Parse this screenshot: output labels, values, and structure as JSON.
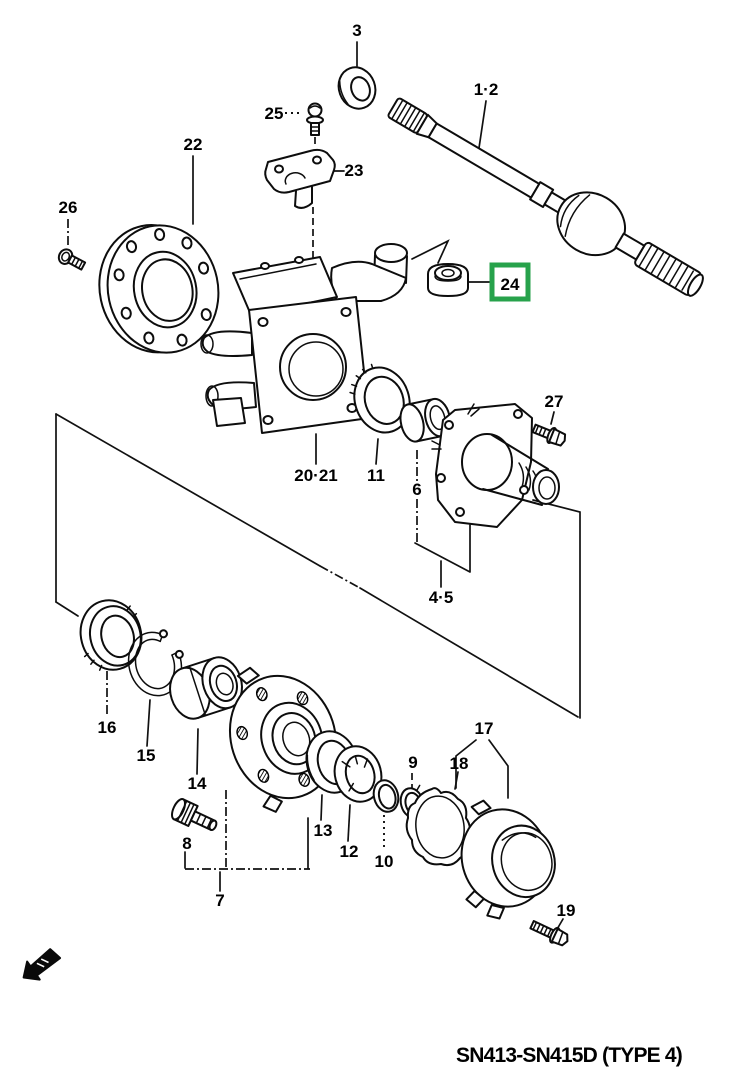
{
  "figure": {
    "footer_code": "SN413-SN415D (TYPE 4)",
    "highlight": {
      "label": "24",
      "box_color": "#27A24B"
    },
    "callouts": {
      "c3": "3",
      "c1_2": "1·2",
      "c25": "25",
      "c23": "23",
      "c22": "22",
      "c26": "26",
      "c20_21": "20·21",
      "c11": "11",
      "c6": "6",
      "c27": "27",
      "c4_5": "4·5",
      "c16": "16",
      "c15": "15",
      "c14": "14",
      "c8": "8",
      "c7": "7",
      "c13": "13",
      "c12": "12",
      "c10": "10",
      "c9": "9",
      "c18": "18",
      "c17": "17",
      "c19": "19"
    }
  }
}
